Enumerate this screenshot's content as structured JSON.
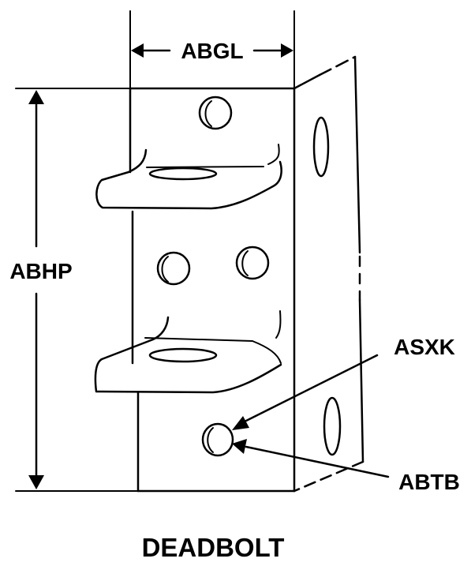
{
  "labels": {
    "width": "ABGL",
    "height": "ABHP",
    "hole_1": "ASXK",
    "hole_2": "ABTB"
  },
  "caption": "DEADBOLT"
}
